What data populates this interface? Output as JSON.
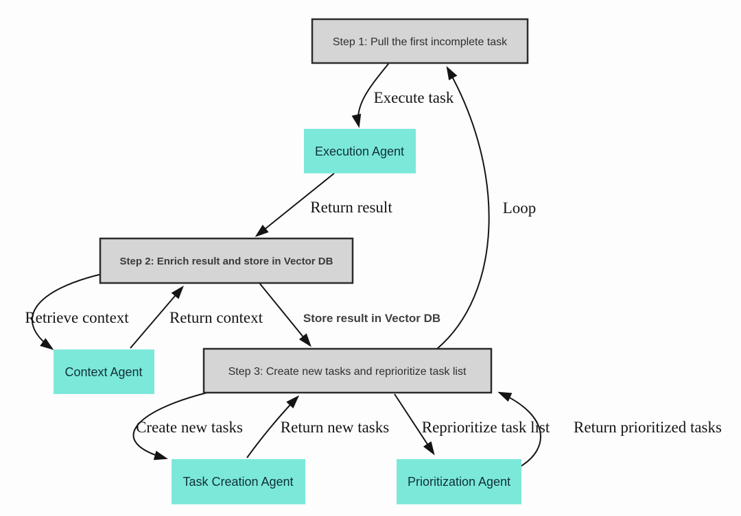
{
  "diagram": {
    "type": "flowchart",
    "colors": {
      "bg": "#fdfdfd",
      "step-fill": "#d5d5d5",
      "step-border": "#2b2b2b",
      "agent-fill": "#7ce8da",
      "step-text": "#2e2e2e",
      "agent-text": "#0f3038",
      "edge-color": "#141414"
    },
    "nodes": [
      {
        "id": "step1",
        "kind": "step",
        "label": "Step 1: Pull the first incomplete task"
      },
      {
        "id": "execution_agent",
        "kind": "agent",
        "label": "Execution Agent"
      },
      {
        "id": "step2",
        "kind": "step",
        "label": "Step 2: Enrich result and store in Vector DB"
      },
      {
        "id": "context_agent",
        "kind": "agent",
        "label": "Context Agent"
      },
      {
        "id": "step3",
        "kind": "step",
        "label": "Step 3: Create new tasks and reprioritize task list"
      },
      {
        "id": "task_creation_agent",
        "kind": "agent",
        "label": "Task Creation Agent"
      },
      {
        "id": "prioritization_agent",
        "kind": "agent",
        "label": "Prioritization Agent"
      }
    ],
    "edges": [
      {
        "from": "step1",
        "to": "execution_agent",
        "label": "Execute task"
      },
      {
        "from": "execution_agent",
        "to": "step2",
        "label": "Return result"
      },
      {
        "from": "step2",
        "to": "context_agent",
        "label": "Retrieve context"
      },
      {
        "from": "context_agent",
        "to": "step2",
        "label": "Return context"
      },
      {
        "from": "step2",
        "to": "step3",
        "label": "Store result in Vector DB"
      },
      {
        "from": "step3",
        "to": "task_creation_agent",
        "label": "Create new tasks"
      },
      {
        "from": "task_creation_agent",
        "to": "step3",
        "label": "Return new tasks"
      },
      {
        "from": "step3",
        "to": "prioritization_agent",
        "label": "Reprioritize task list"
      },
      {
        "from": "prioritization_agent",
        "to": "step3",
        "label": "Return prioritized tasks"
      },
      {
        "from": "step3",
        "to": "step1",
        "label": "Loop"
      }
    ]
  }
}
